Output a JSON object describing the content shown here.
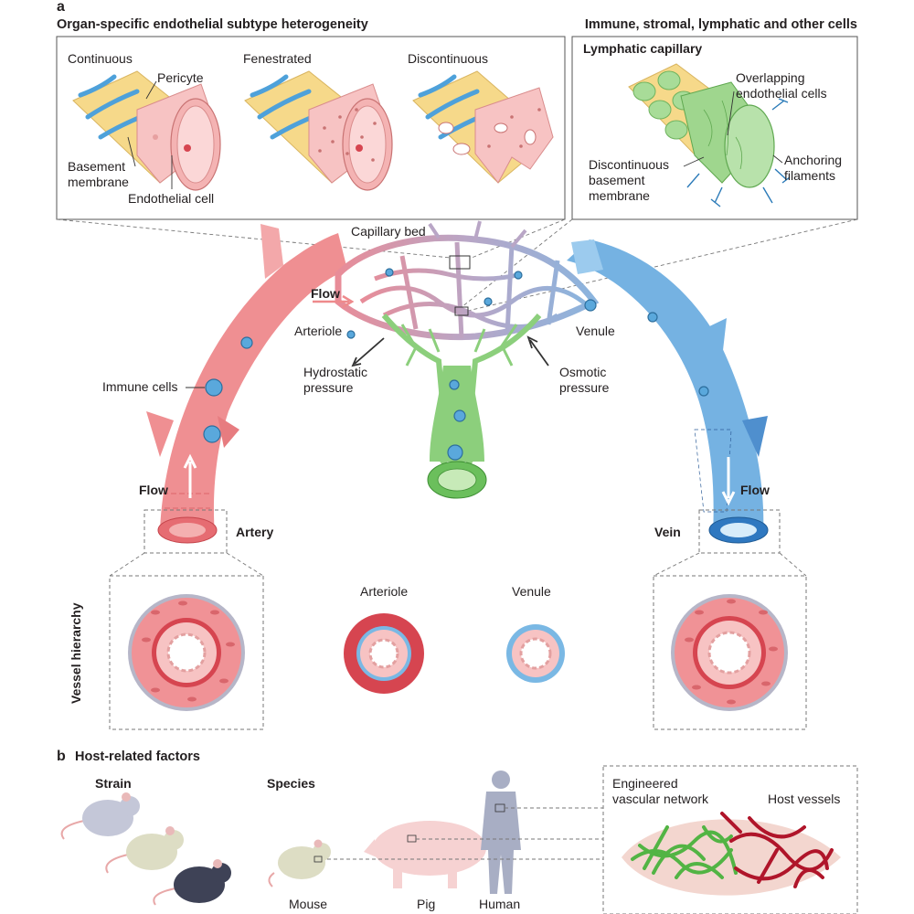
{
  "panel_a": {
    "letter": "a",
    "left_heading": "Organ-specific endothelial subtype heterogeneity",
    "right_heading": "Immune, stromal, lymphatic and other cells",
    "subtypes": {
      "continuous": "Continuous",
      "fenestrated": "Fenestrated",
      "discontinuous": "Discontinuous",
      "pericyte": "Pericyte",
      "basement_membrane_1": "Basement",
      "basement_membrane_2": "membrane",
      "endothelial_cell": "Endothelial cell"
    },
    "lymphatic": {
      "title": "Lymphatic capillary",
      "overlapping_1": "Overlapping",
      "overlapping_2": "endothelial cells",
      "anchoring_1": "Anchoring",
      "anchoring_2": "filaments",
      "disc_bm_1": "Discontinuous",
      "disc_bm_2": "basement",
      "disc_bm_3": "membrane"
    },
    "circulation": {
      "capillary_bed": "Capillary bed",
      "flow_top": "Flow",
      "arteriole": "Arteriole",
      "venule": "Venule",
      "hydrostatic_1": "Hydrostatic",
      "hydrostatic_2": "pressure",
      "osmotic_1": "Osmotic",
      "osmotic_2": "pressure",
      "immune_cells": "Immune cells",
      "flow_left": "Flow",
      "flow_right": "Flow",
      "artery": "Artery",
      "vein": "Vein"
    },
    "hierarchy": {
      "axis_label": "Vessel hierarchy",
      "arteriole": "Arteriole",
      "venule": "Venule"
    }
  },
  "panel_b": {
    "letter": "b",
    "heading": "Host-related factors",
    "strain": "Strain",
    "species": "Species",
    "mouse": "Mouse",
    "pig": "Pig",
    "human": "Human",
    "engineered_1": "Engineered",
    "engineered_2": "vascular network",
    "host_vessels": "Host vessels"
  },
  "colors": {
    "artery": "#ee8a8c",
    "artery_dark": "#d64550",
    "vein": "#6aa9dd",
    "vein_dark": "#2f78c0",
    "lymph": "#8ccf7c",
    "lymph_dark": "#4f9e44",
    "capillary": "#b8a8c8",
    "pericyte": "#5aa8dc",
    "basement": "#f6d98a",
    "endothelium": "#f7c3c3"
  }
}
